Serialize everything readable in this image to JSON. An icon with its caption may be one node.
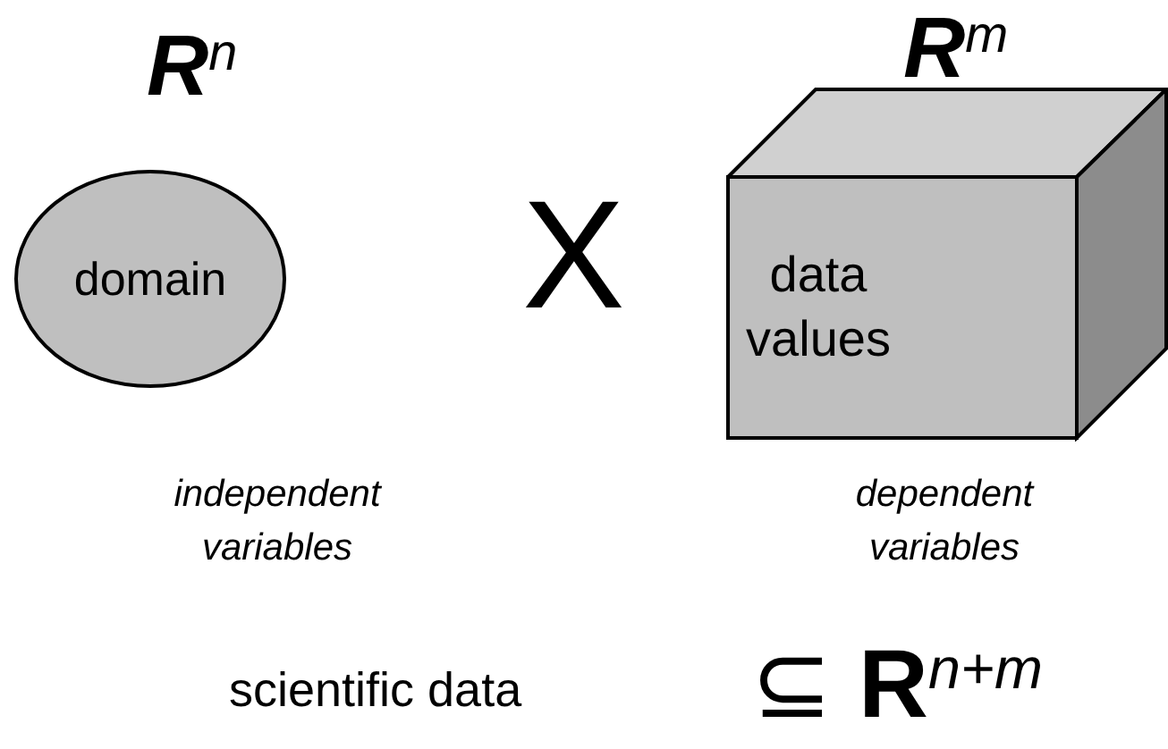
{
  "diagram": {
    "nodes": [
      {
        "text": [
          "**R**$^{n}$",
          "domain"
        ],
        "beside": [
          "independent variables"
        ]
      },
      {
        "text": [
          "**R**$^{m}$",
          "data values"
        ],
        "beside": [
          "dependent variables"
        ]
      }
    ],
    "labels": [
      "X",
      "scientific data",
      "⊆ **R**$^{n+m}$"
    ]
  }
}
